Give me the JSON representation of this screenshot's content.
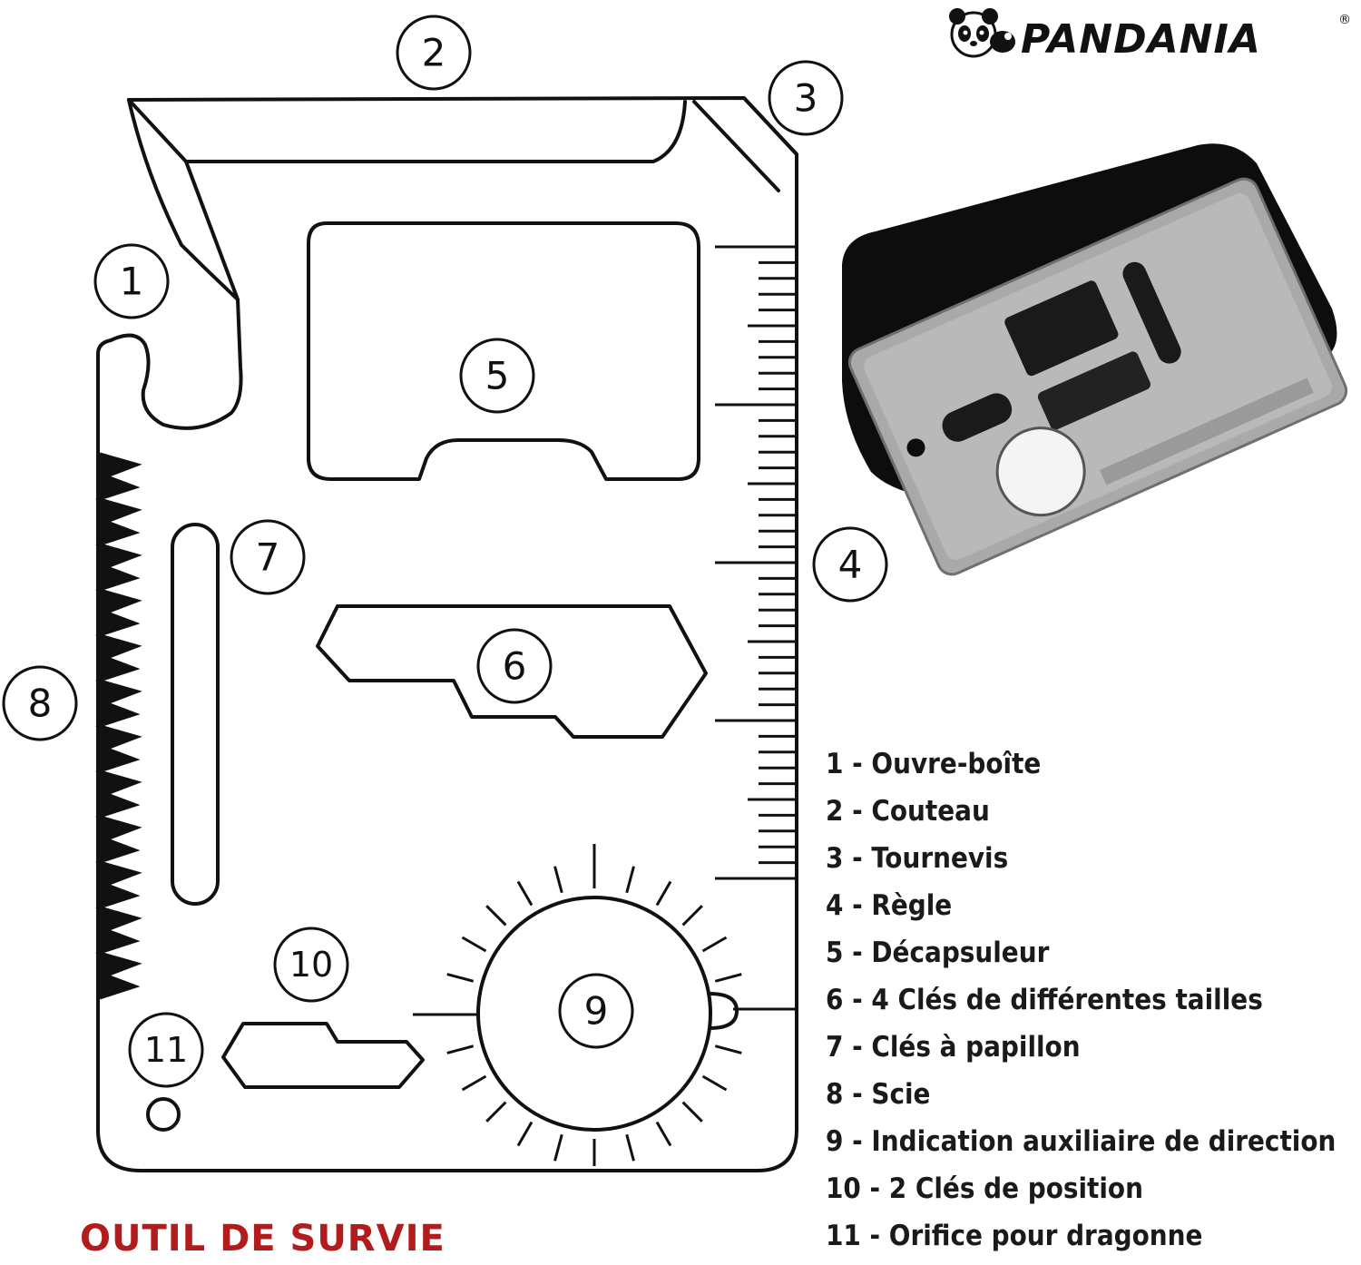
{
  "brand": {
    "name": "PANDANIA",
    "registered_mark": "®"
  },
  "title": "OUTIL DE SURVIE",
  "callouts": [
    "1",
    "2",
    "3",
    "4",
    "5",
    "6",
    "7",
    "8",
    "9",
    "10",
    "11"
  ],
  "legend": [
    "1 - Ouvre-boîte",
    "2 - Couteau",
    "3 - Tournevis",
    "4 - Règle",
    "5 - Décapsuleur",
    "6 - 4 Clés de différentes tailles",
    "7 - Clés à papillon",
    "8 - Scie",
    "9 - Indication auxiliaire de direction",
    "10 - 2 Clés de position",
    "11 - Orifice pour dragonne"
  ],
  "colors": {
    "title": "#b21c1c",
    "ink": "#111111",
    "photo_background": "#0d0d0d",
    "steel": "#a9a9a9"
  },
  "icons": [
    "panda-logo-icon",
    "registered-icon"
  ]
}
